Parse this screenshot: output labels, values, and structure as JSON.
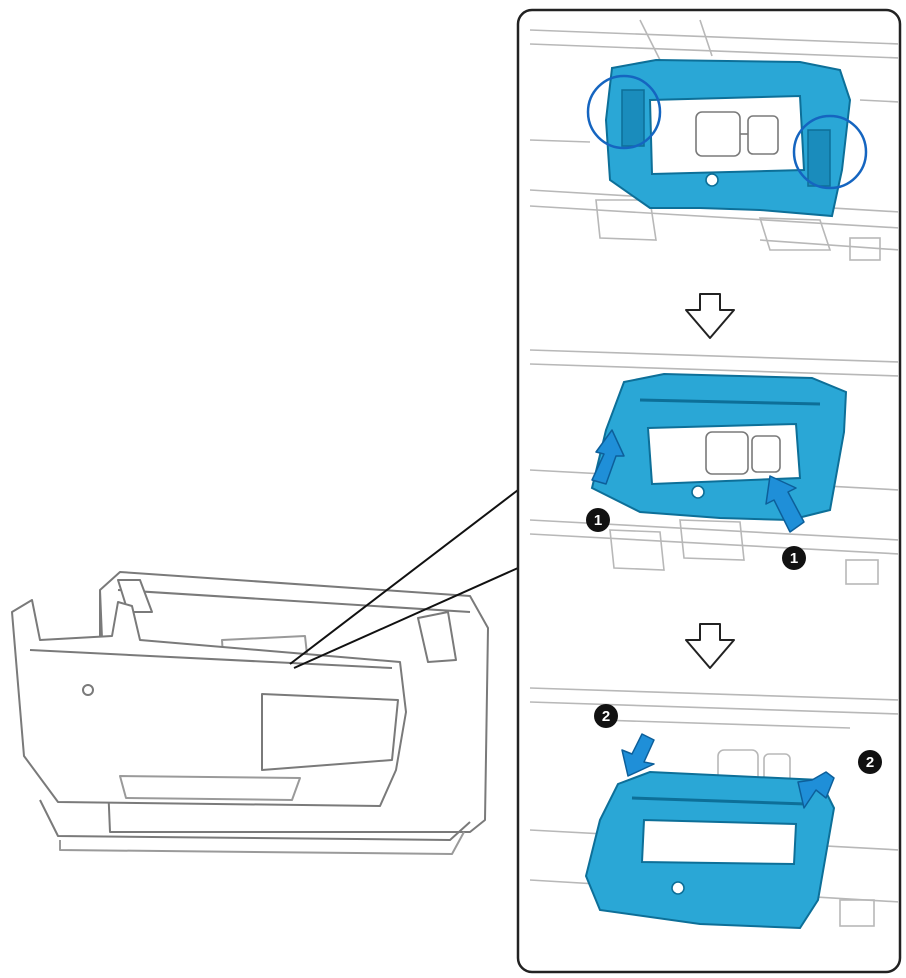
{
  "colors": {
    "line_art": "#7a7a7a",
    "line_light": "#b8b8b8",
    "cover_blue": "#2aa7d6",
    "cover_blue_dark": "#0d6f98",
    "arrow_blue": "#1f8fd8",
    "highlight_circle": "#1565c0",
    "frame": "#222222",
    "badge_fill": "#111111"
  },
  "panels": [
    {
      "id": "step-release-tabs",
      "highlight": "circles-on-side-tabs"
    },
    {
      "id": "step-lift-cover",
      "arrow": "down-outline-arrow",
      "badge_label": "1"
    },
    {
      "id": "step-push-cover-down",
      "arrow": "down-outline-arrow",
      "badge_label": "2"
    }
  ],
  "icons": {
    "step_arrow": "down-outline-arrow-icon",
    "action_arrow": "blue-push-arrow-icon",
    "number_badge": "numbered-badge-icon",
    "highlight": "highlight-circle-icon"
  }
}
